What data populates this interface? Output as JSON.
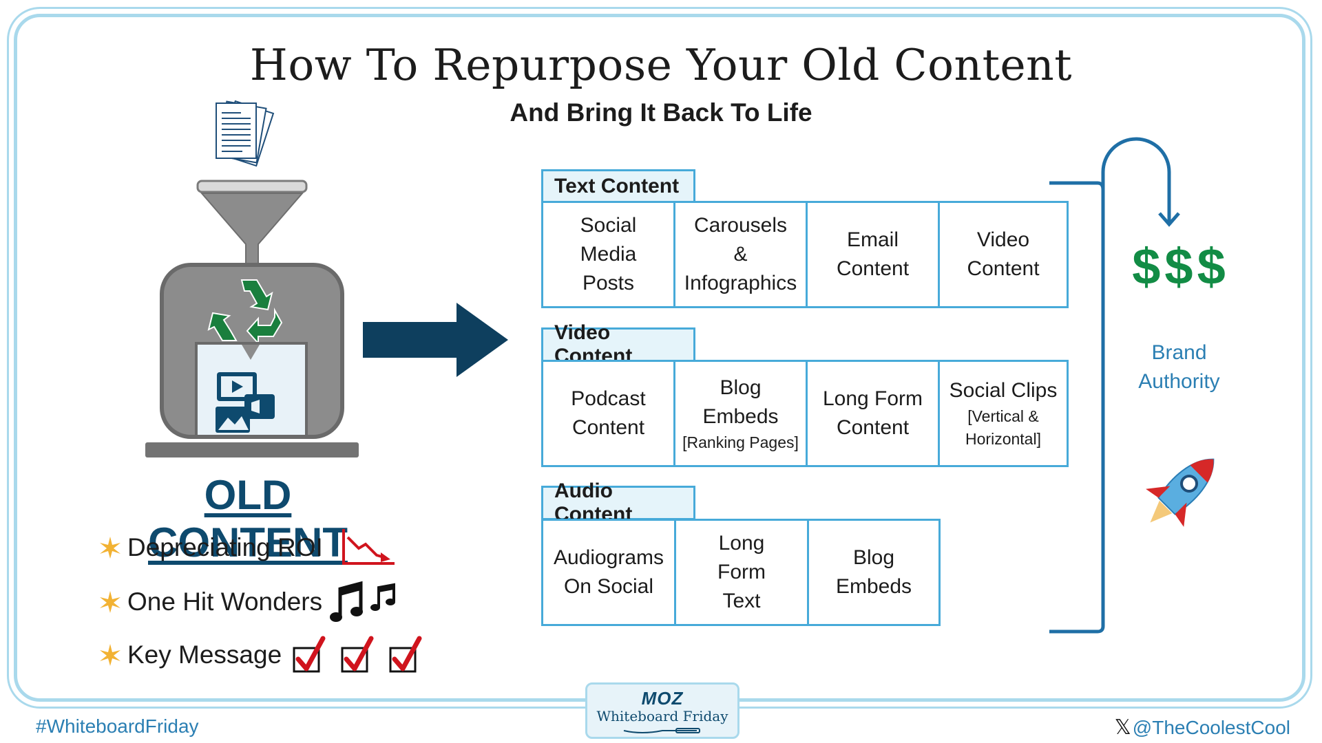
{
  "title": "How To Repurpose Your Old Content",
  "subtitle": "And Bring It Back To Life",
  "sections": [
    {
      "label": "Text Content",
      "cells": [
        {
          "text": "Social\nMedia\nPosts",
          "note": ""
        },
        {
          "text": "Carousels\n&\nInfographics",
          "note": ""
        },
        {
          "text": "Email\nContent",
          "note": ""
        },
        {
          "text": "Video\nContent",
          "note": ""
        }
      ]
    },
    {
      "label": "Video Content",
      "cells": [
        {
          "text": "Podcast\nContent",
          "note": ""
        },
        {
          "text": "Blog\nEmbeds",
          "note": "[Ranking Pages]"
        },
        {
          "text": "Long Form\nContent",
          "note": ""
        },
        {
          "text": "Social Clips",
          "note": "[Vertical &\nHorizontal]"
        }
      ]
    },
    {
      "label": "Audio Content",
      "cells": [
        {
          "text": "Audiograms\nOn Social",
          "note": ""
        },
        {
          "text": "Long\nForm\nText",
          "note": ""
        },
        {
          "text": "Blog\nEmbeds",
          "note": ""
        }
      ]
    }
  ],
  "old_content": {
    "heading": "OLD CONTENT",
    "items": [
      {
        "text": "Depreciating ROI",
        "icon": "declining-chart-icon"
      },
      {
        "text": "One Hit Wonders",
        "icon": "music-notes-icon"
      },
      {
        "text": "Key Message",
        "icon": "checkmarks-icon"
      }
    ]
  },
  "result": {
    "dollars": "$$$",
    "label": "Brand\nAuthority"
  },
  "footer": {
    "hashtag": "#WhiteboardFriday",
    "handle": "@TheCoolestCool",
    "x_glyph": "𝕏",
    "badge_brand": "MOZ",
    "badge_show": "Whiteboard Friday"
  },
  "colors": {
    "frame": "#a9d9ec",
    "grid_border": "#47aad9",
    "label_bg": "#e5f4fa",
    "arrow": "#0e3f5e",
    "heading": "#0e4a6e",
    "money": "#128c45",
    "accent_text": "#2b7fb3",
    "check_red": "#d0141d",
    "recycle_green": "#1a7f3e"
  }
}
